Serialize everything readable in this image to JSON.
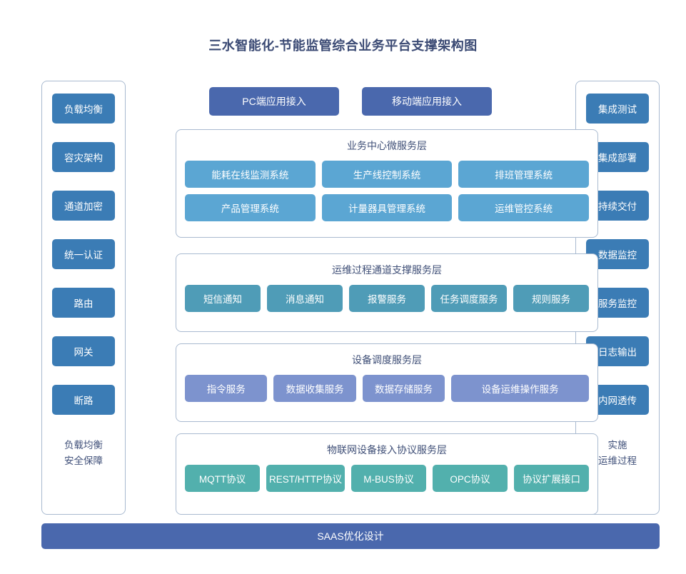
{
  "page": {
    "title": "三水智能化-节能监管综合业务平台支撑架构图",
    "bottom_bar_label": "SAAS优化设计"
  },
  "colors": {
    "title_text": "#3b4a74",
    "panel_border": "#a9bad0",
    "side_button": "#3b7cb5",
    "access_button": "#4a68ad",
    "business_chip": "#5ba6d3",
    "ops_chip": "#4f9cb7",
    "device_chip": "#7d93ce",
    "iot_chip": "#52b0ad",
    "bottom_bar": "#4a68ad",
    "background": "#ffffff"
  },
  "left_column": {
    "items": [
      {
        "label": "负载均衡"
      },
      {
        "label": "容灾架构"
      },
      {
        "label": "通道加密"
      },
      {
        "label": "统一认证"
      },
      {
        "label": "路由"
      },
      {
        "label": "网关"
      },
      {
        "label": "断路"
      }
    ],
    "footer_line1": "负载均衡",
    "footer_line2": "安全保障"
  },
  "right_column": {
    "items": [
      {
        "label": "集成测试"
      },
      {
        "label": "集成部署"
      },
      {
        "label": "持续交付"
      },
      {
        "label": "数据监控"
      },
      {
        "label": "服务监控"
      },
      {
        "label": "日志输出"
      },
      {
        "label": "内网透传"
      }
    ],
    "footer_line1": "实施",
    "footer_line2": "运维过程"
  },
  "access_buttons": [
    {
      "label": "PC端应用接入"
    },
    {
      "label": "移动端应用接入"
    }
  ],
  "layers": {
    "business": {
      "title": "业务中心微服务层",
      "row1": [
        {
          "label": "能耗在线监测系统"
        },
        {
          "label": "生产线控制系统"
        },
        {
          "label": "排班管理系统"
        }
      ],
      "row2": [
        {
          "label": "产品管理系统"
        },
        {
          "label": "计量器具管理系统"
        },
        {
          "label": "运维管控系统"
        }
      ]
    },
    "ops": {
      "title": "运维过程通道支撑服务层",
      "row1": [
        {
          "label": "短信通知"
        },
        {
          "label": "消息通知"
        },
        {
          "label": "报警服务"
        },
        {
          "label": "任务调度服务"
        },
        {
          "label": "规则服务"
        }
      ]
    },
    "device": {
      "title": "设备调度服务层",
      "row1": [
        {
          "label": "指令服务"
        },
        {
          "label": "数据收集服务"
        },
        {
          "label": "数据存储服务"
        },
        {
          "label": "设备运维操作服务"
        }
      ]
    },
    "iot": {
      "title": "物联网设备接入协议服务层",
      "row1": [
        {
          "label": "MQTT协议"
        },
        {
          "label": "REST/HTTP协议"
        },
        {
          "label": "M-BUS协议"
        },
        {
          "label": "OPC协议"
        },
        {
          "label": "协议扩展接口"
        }
      ]
    }
  }
}
